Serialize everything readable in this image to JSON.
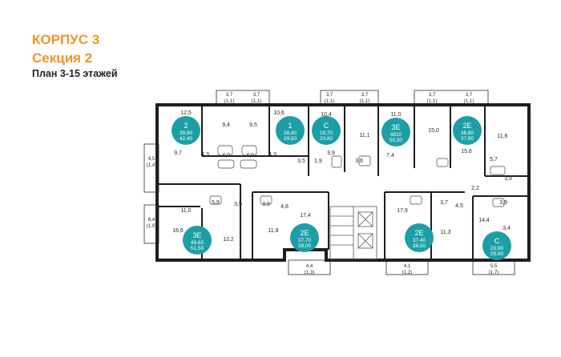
{
  "header": {
    "building": "КОРПУС 3",
    "section": "Секция 2",
    "plan": "План 3-15 этажей"
  },
  "colors": {
    "accent": "#f0952a",
    "apartment_badge": "#1d9ea7",
    "wall": "#1e1e1e"
  },
  "apartments": [
    {
      "type": "2",
      "area_living": "39,90",
      "area_total": "42,40"
    },
    {
      "type": "1",
      "area_living": "28,40",
      "area_total": "29,50"
    },
    {
      "type": "С",
      "area_living": "19,70",
      "area_total": "20,80"
    },
    {
      "type": "3Е",
      "area_living": "4810",
      "area_total": "50,30"
    },
    {
      "type": "2Е",
      "area_living": "36,80",
      "area_total": "37,90"
    },
    {
      "type": "3Е",
      "area_living": "49,60",
      "area_total": "51,50"
    },
    {
      "type": "2Е",
      "area_living": "37,70",
      "area_total": "39,00"
    },
    {
      "type": "2Е",
      "area_living": "37,40",
      "area_total": "38,50"
    },
    {
      "type": "С",
      "area_living": "23,90",
      "area_total": "25,60"
    }
  ],
  "room_areas": [
    "12,5",
    "9,4",
    "9,5",
    "10,6",
    "10,4",
    "11,0",
    "15,0",
    "11,6",
    "9,7",
    "4,3",
    "4,0",
    "4,0",
    "4,3",
    "3,5",
    "1,9",
    "3,9",
    "3,6",
    "11,1",
    "7,4",
    "15,6",
    "5,7",
    "11,0",
    "5,9",
    "3,9",
    "3,9",
    "4,6",
    "17,4",
    "17,9",
    "3,7",
    "4,5",
    "2,2",
    "3,9",
    "3,9",
    "14,4",
    "3,4",
    "16,6",
    "12,2",
    "11,8",
    "11,3"
  ],
  "balconies": [
    {
      "area": "3,7",
      "coef": "(1,1)"
    },
    {
      "area": "3,7",
      "coef": "(1,1)"
    },
    {
      "area": "3,7",
      "coef": "(1,1)"
    },
    {
      "area": "3,7",
      "coef": "(1,1)"
    },
    {
      "area": "3,7",
      "coef": "(1,1)"
    },
    {
      "area": "3,7",
      "coef": "(1,1)"
    },
    {
      "area": "4,5",
      "coef": "(1,4)"
    },
    {
      "area": "6,4",
      "coef": "(1,9)"
    },
    {
      "area": "4,4",
      "coef": "(1,3)"
    },
    {
      "area": "4,1",
      "coef": "(1,2)"
    },
    {
      "area": "5,5",
      "coef": "(1,7)"
    }
  ]
}
